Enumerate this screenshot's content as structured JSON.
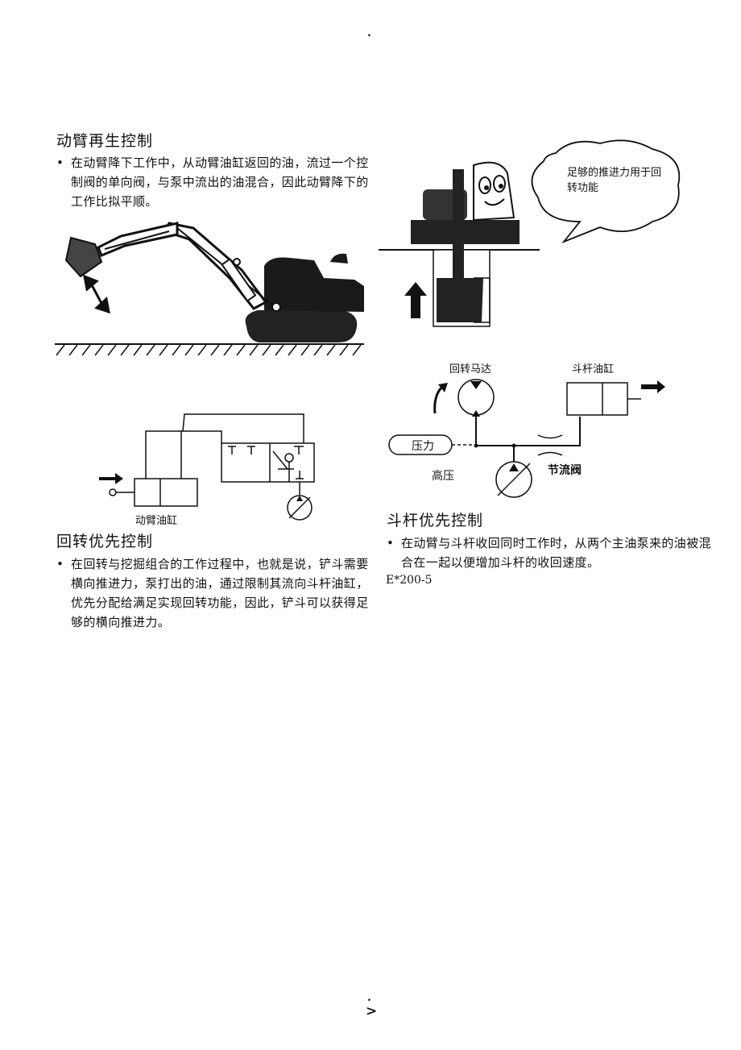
{
  "page": {
    "header_mark": ".",
    "footer_mark": ".",
    "footer_arrow": ">"
  },
  "left": {
    "section1": {
      "title": "动臂再生控制",
      "bullet": "在动臂降下工作中，从动臂油缸返回的油，流过一个控制阀的单向阀，与泵中流出的油混合，因此动臂降下的工作比拟平顺。"
    },
    "circuit": {
      "cylinder_label": "动臂油缸"
    },
    "section2": {
      "title": "回转优先控制",
      "bullet": "在回转与挖掘组合的工作过程中，也就是说，铲斗需要横向推进力，泵打出的油，通过限制其流向斗杆油缸，优先分配给满足实现回转功能，因此，铲斗可以获得足够的横向推进力。"
    }
  },
  "right": {
    "bubble_text": "足够的推进力用于回转功能",
    "circuit": {
      "swing_motor_label": "回转马达",
      "arm_cylinder_label": "斗杆油缸",
      "pressure_label": "压力",
      "high_pressure_label": "高压",
      "throttle_label": "节流阀"
    },
    "section3": {
      "title": "斗杆优先控制",
      "bullet": "在动臂与斗杆收回同时工作时，从两个主油泵来的油被混合在一起以便增加斗杆的收回速度。",
      "code": "E*200-5"
    }
  },
  "icons": {
    "bullet": "bullet-dot",
    "arrow_right": "arrow-right-icon",
    "arrow_up": "arrow-up-icon"
  }
}
